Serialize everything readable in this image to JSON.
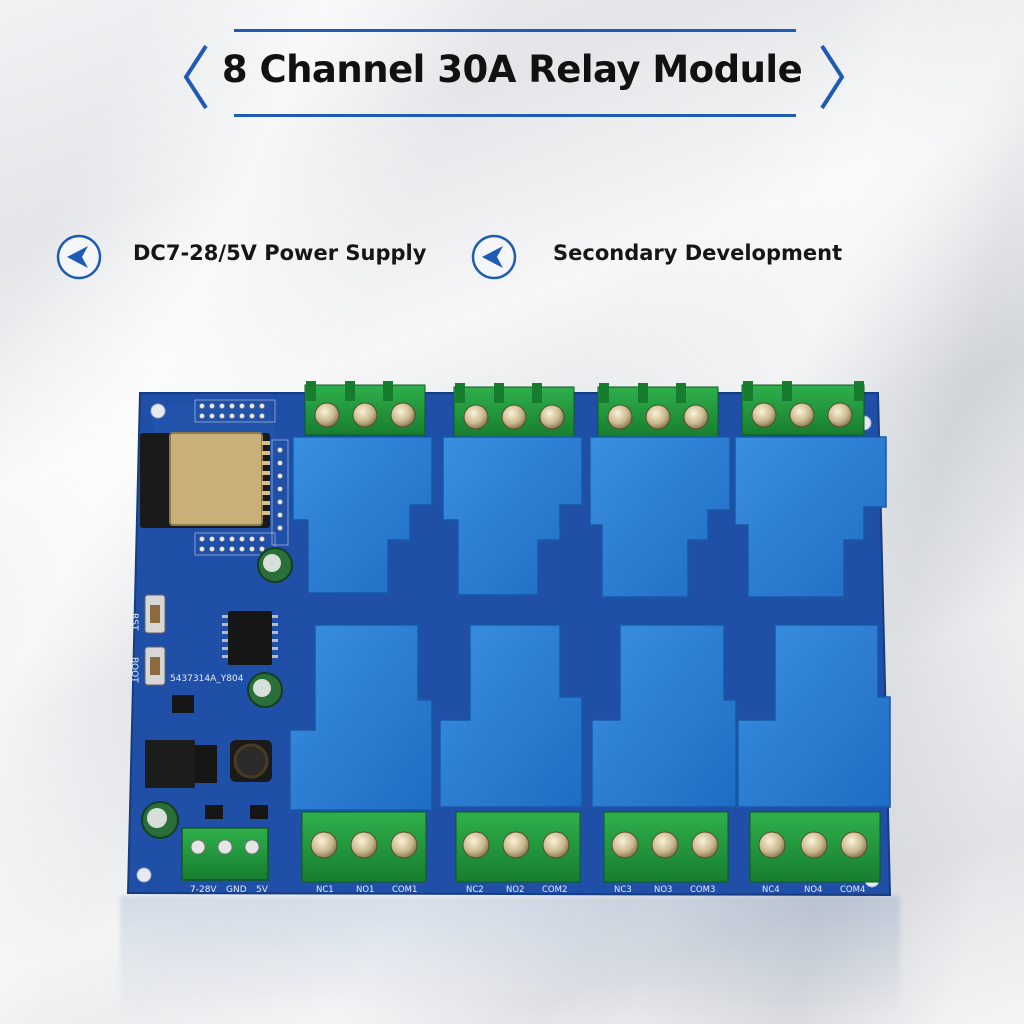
{
  "header": {
    "title": "8 Channel 30A Relay Module"
  },
  "features": [
    {
      "icon": "blue-arrow-circle-icon",
      "label": "DC7-28/5V Power Supply"
    },
    {
      "icon": "blue-arrow-circle-icon",
      "label": "Secondary Development"
    }
  ],
  "board": {
    "power_terminal_labels": [
      "7-28V",
      "GND",
      "5V"
    ],
    "relay_terminal_labels": [
      [
        "NC1",
        "NO1",
        "COM1"
      ],
      [
        "NC2",
        "NO2",
        "COM2"
      ],
      [
        "NC3",
        "NO3",
        "COM3"
      ],
      [
        "NC4",
        "NO4",
        "COM4"
      ]
    ],
    "button_labels": [
      "RST",
      "BOOT"
    ],
    "chip_label": "5437314A_Y804"
  },
  "colors": {
    "accent": "#1e5bb5",
    "pcb": "#1f4fa6",
    "relay": "#2b7fd6",
    "terminal": "#1f9a3a"
  }
}
